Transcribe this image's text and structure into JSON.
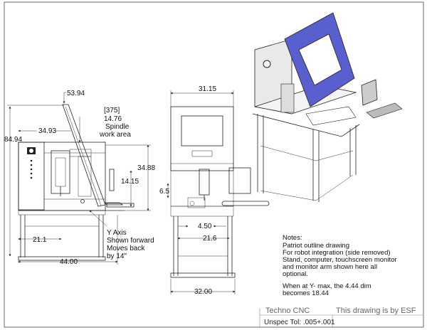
{
  "side_view": {
    "top_height": "53.94",
    "overall_height": "84.94",
    "base_height": "34.93",
    "spindle_bracket": "[375]",
    "spindle_value": "14.76",
    "spindle_line1": "Spindle",
    "spindle_line2": "work area",
    "right_height": "34.88",
    "arm_height": "14.15",
    "bottom_width": "21.1",
    "overall_width": "44.00",
    "y_axis_line1": "Y Axis",
    "y_axis_line2": "Shown forward",
    "y_axis_line3": "Moves back",
    "y_axis_line4": "by 14\""
  },
  "front_view": {
    "top_width": "31.15",
    "left_height": "6.5",
    "mid_width": "4.50",
    "arm_width": "21.6",
    "overall_width": "32.00"
  },
  "notes": [
    "Notes:",
    "Patriot outline drawing",
    "For robot integration (side removed)",
    "Stand, computer, touchscreen monitor",
    "and monitor arm shown here all",
    "optional.",
    "",
    "When at Y- max, the 4.44 dim",
    "becomes 18.44"
  ],
  "title_block": {
    "company": "Techno CNC",
    "ownership": "This drawing is by ESF",
    "tolerance": "Unspec Tol: .005+.001"
  },
  "colors": {
    "line": "#222222",
    "gantry_blue": "#5a5fd0",
    "title_text": "#666666"
  }
}
